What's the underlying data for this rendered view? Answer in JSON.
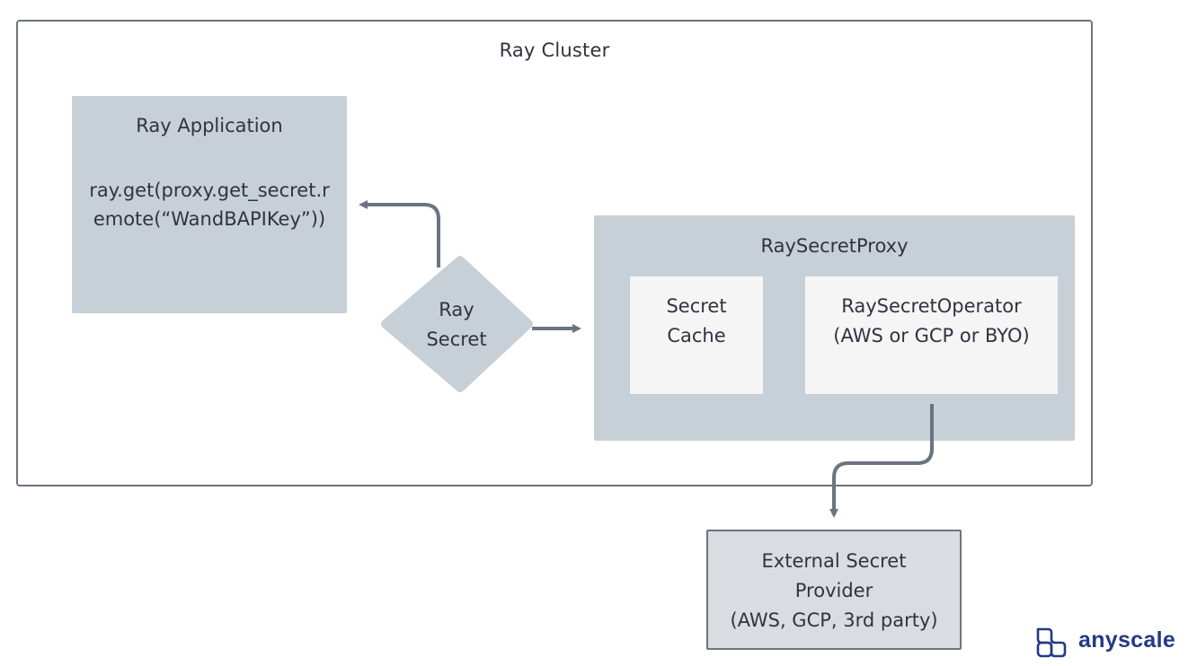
{
  "cluster": {
    "title": "Ray Cluster"
  },
  "application": {
    "title": "Ray Application",
    "code_line1": "ray.get(proxy.get_secret.r",
    "code_line2": "emote(“WandBAPIKey”))"
  },
  "secret": {
    "line1": "Ray",
    "line2": "Secret"
  },
  "proxy": {
    "title": "RaySecretProxy",
    "cache": {
      "line1": "Secret",
      "line2": "Cache"
    },
    "operator": {
      "line1": "RaySecretOperator",
      "line2": "(AWS or GCP or BYO)"
    }
  },
  "provider": {
    "line1": "External Secret",
    "line2": "Provider",
    "line3": "(AWS, GCP, 3rd party)"
  },
  "logo": {
    "text": "anyscale",
    "icon": "anyscale-logo-icon"
  },
  "colors": {
    "box_fill": "#c7cfd7",
    "inner_fill": "#f5f5f5",
    "provider_fill": "#d9dde1",
    "stroke": "#6b7480",
    "logo": "#243a83"
  }
}
